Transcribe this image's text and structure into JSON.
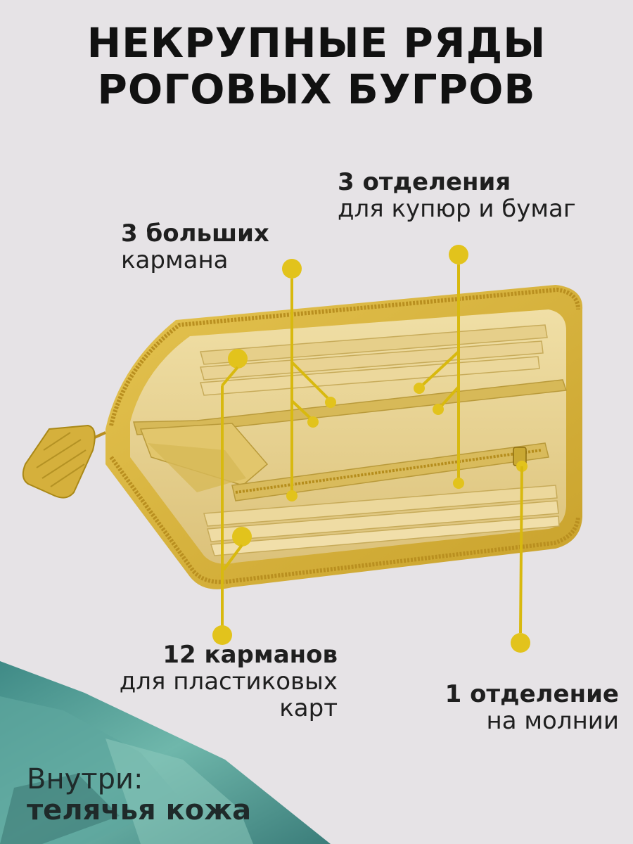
{
  "title": {
    "line1": "НЕКРУПНЫЕ РЯДЫ",
    "line2": "РОГОВЫХ БУГРОВ"
  },
  "features": {
    "big_pockets": {
      "bold": "3 больших",
      "normal": "кармана"
    },
    "bill_compartments": {
      "bold": "3 отделения",
      "normal": "для купюр и бумаг"
    },
    "card_pockets": {
      "bold": "12 карманов",
      "normal1": "для пластиковых",
      "normal2": "карт"
    },
    "zip_compartment": {
      "bold": "1 отделение",
      "normal": "на молнии"
    }
  },
  "material": {
    "label": "Внутри:",
    "value": "телячья кожа"
  },
  "colors": {
    "background": "#e6e3e6",
    "accent": "#e2c31c",
    "wallet": "#d9b43a",
    "wallet_inner": "#e9d59a",
    "corner": "#4f9c94"
  }
}
